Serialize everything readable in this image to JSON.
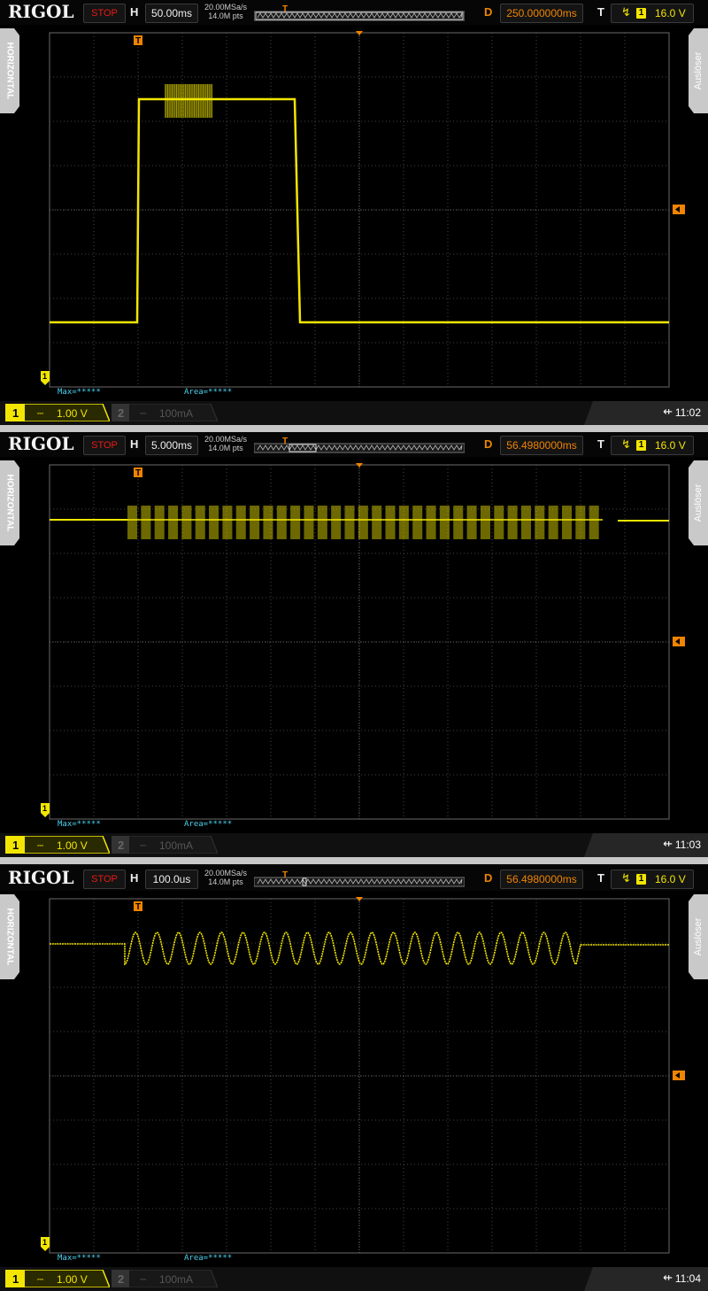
{
  "theme": {
    "trace": "#f2e600",
    "trigger": "#f08400",
    "stop": "#e81b14",
    "measure": "#4bd3f0",
    "grid": "#5a5a5a"
  },
  "screens": [
    {
      "logo": "RIGOL",
      "run_state": "STOP",
      "h_label": "H",
      "timebase": "50.00ms",
      "sample_rate": "20.00MSa/s",
      "mem_depth": "14.0M pts",
      "d_label": "D",
      "delay": "250.000000ms",
      "t_label": "T",
      "trig_channel": "1",
      "trig_level": "16.0 V",
      "left_tab": "HORIZONTAL",
      "right_tab": "Auslöser",
      "meas_max": "Max=*****",
      "meas_area": "Area=*****",
      "ch1_num": "1",
      "ch1_scale": "1.00 V",
      "ch2_num": "2",
      "ch2_scale": "100mA",
      "time": "11:02",
      "waveform": "pulse-burst"
    },
    {
      "logo": "RIGOL",
      "run_state": "STOP",
      "h_label": "H",
      "timebase": "5.000ms",
      "sample_rate": "20.00MSa/s",
      "mem_depth": "14.0M pts",
      "d_label": "D",
      "delay": "56.4980000ms",
      "t_label": "T",
      "trig_channel": "1",
      "trig_level": "16.0 V",
      "left_tab": "HORIZONTAL",
      "right_tab": "Auslöser",
      "meas_max": "Max=*****",
      "meas_area": "Area=*****",
      "ch1_num": "1",
      "ch1_scale": "1.00 V",
      "ch2_num": "2",
      "ch2_scale": "100mA",
      "time": "11:03",
      "waveform": "burst-train"
    },
    {
      "logo": "RIGOL",
      "run_state": "STOP",
      "h_label": "H",
      "timebase": "100.0us",
      "sample_rate": "20.00MSa/s",
      "mem_depth": "14.0M pts",
      "d_label": "D",
      "delay": "56.4980000ms",
      "t_label": "T",
      "trig_channel": "1",
      "trig_level": "16.0 V",
      "left_tab": "HORIZONTAL",
      "right_tab": "Auslöser",
      "meas_max": "Max=*****",
      "meas_area": "Area=*****",
      "ch1_num": "1",
      "ch1_scale": "1.00 V",
      "ch2_num": "2",
      "ch2_scale": "100mA",
      "time": "11:04",
      "waveform": "sine-burst"
    }
  ]
}
